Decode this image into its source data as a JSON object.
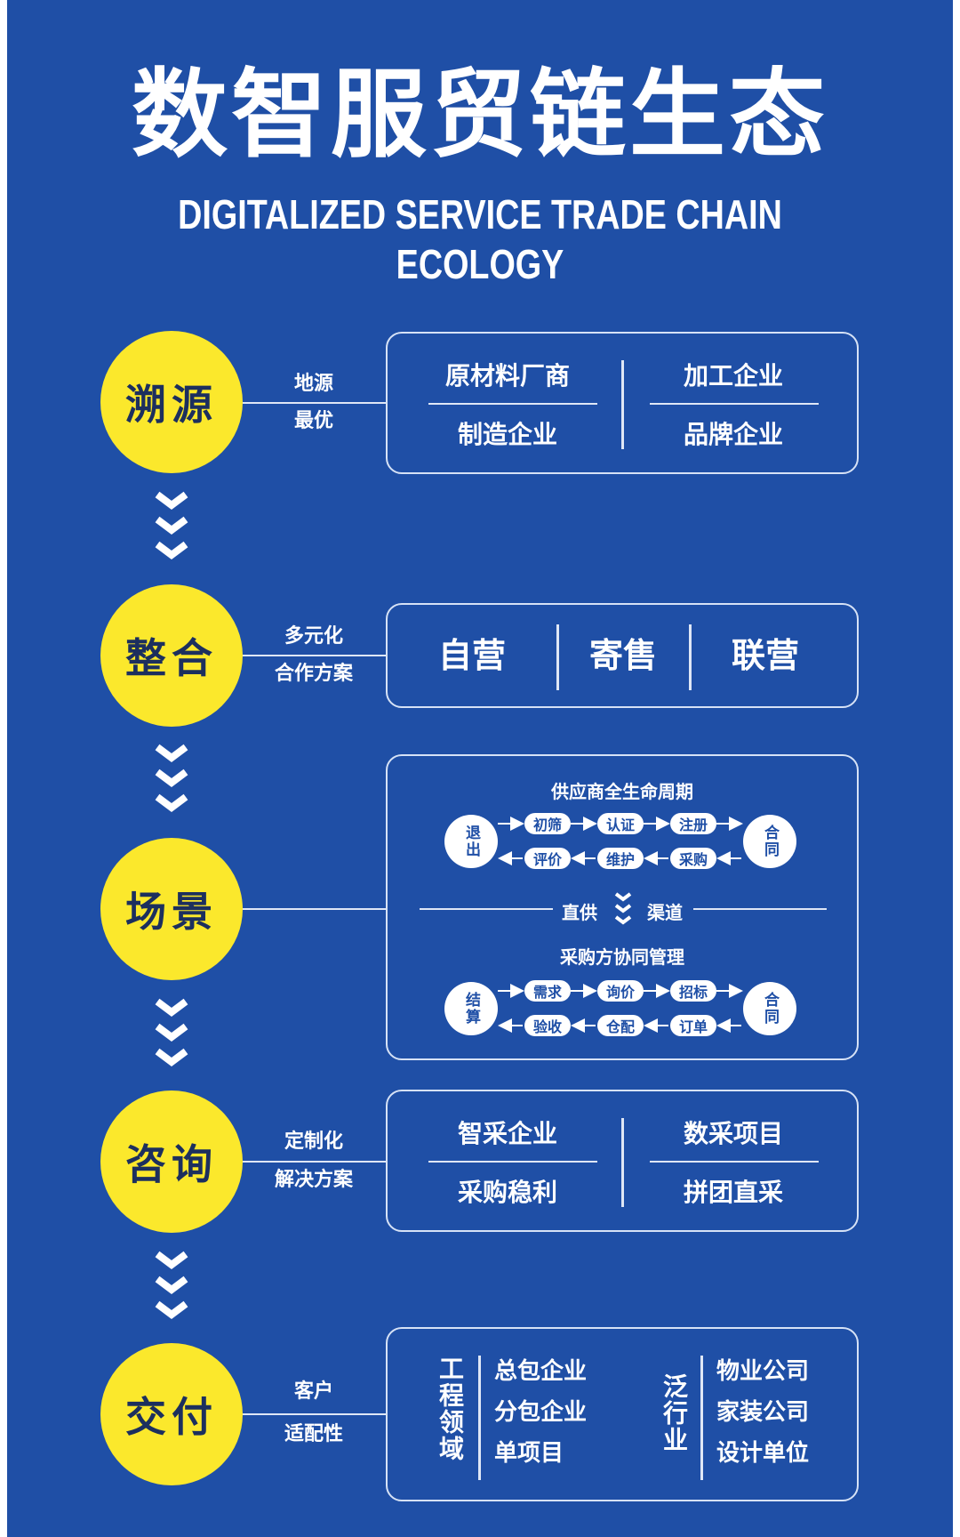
{
  "title": "数智服贸链生态",
  "subtitle": "DIGITALIZED SERVICE TRADE CHAIN ECOLOGY",
  "colors": {
    "background": "#1f4fa6",
    "circle": "#fbe82c",
    "circle_text": "#1c2f5e",
    "line": "#dfe7f6"
  },
  "stages": [
    {
      "name": "溯源",
      "label_lines": [
        "地源",
        "最优"
      ],
      "grid": {
        "left_top": "原材料厂商",
        "left_bottom": "制造企业",
        "right_top": "加工企业",
        "right_bottom": "品牌企业"
      }
    },
    {
      "name": "整合",
      "label_lines": [
        "多元化",
        "合作方案"
      ],
      "modes": [
        "自营",
        "寄售",
        "联营"
      ]
    },
    {
      "name": "场景",
      "supplier": {
        "title": "供应商全生命周期",
        "left_end": "退出",
        "right_end": "合同",
        "top_row": [
          "初筛",
          "认证",
          "注册"
        ],
        "bottom_row": [
          "评价",
          "维护",
          "采购"
        ]
      },
      "divider": {
        "left": "直供",
        "right": "渠道"
      },
      "buyer": {
        "title": "采购方协同管理",
        "left_end": "结算",
        "right_end": "合同",
        "top_row": [
          "需求",
          "询价",
          "招标"
        ],
        "bottom_row": [
          "验收",
          "仓配",
          "订单"
        ]
      }
    },
    {
      "name": "咨询",
      "label_lines": [
        "定制化",
        "解决方案"
      ],
      "grid": {
        "left_top": "智采企业",
        "left_bottom": "采购稳利",
        "right_top": "数采项目",
        "right_bottom": "拼团直采"
      }
    },
    {
      "name": "交付",
      "label_lines": [
        "客户",
        "适配性"
      ],
      "groups": [
        {
          "heading": "工程领域",
          "items": [
            "总包企业",
            "分包企业",
            "单项目"
          ]
        },
        {
          "heading": "泛行业",
          "items": [
            "物业公司",
            "家装公司",
            "设计单位"
          ]
        }
      ]
    }
  ],
  "chevron_icon": "triple-chevron-down-icon"
}
